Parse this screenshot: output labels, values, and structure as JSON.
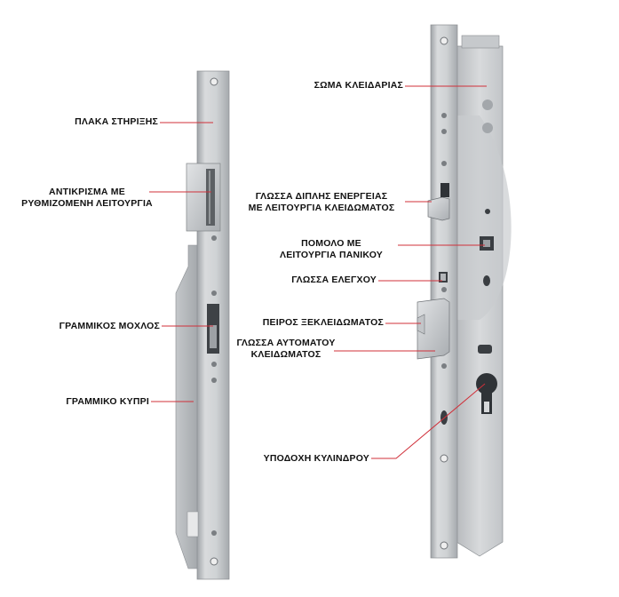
{
  "labels": {
    "mounting_plate": "ΠΛΑΚΑ ΣΤΗΡΙΞΗΣ",
    "adjustable_strike": "ΑΝΤΙΚΡΙΣΜΑ ΜΕ\nΡΥΘΜΙΖΟΜΕΝΗ ΛΕΙΤΟΥΡΓΙΑ",
    "linear_bolt": "ΓΡΑΜΜΙΚΟΣ ΜΟΧΛΟΣ",
    "linear_box": "ΓΡΑΜΜΙΚΟ ΚΥΠΡΙ",
    "lock_body": "ΣΩΜΑ ΚΛΕΙΔΑΡΙΑΣ",
    "double_action_latch": "ΓΛΩΣΣΑ ΔΙΠΛΗΣ ΕΝΕΡΓΕΙΑΣ\nΜΕ ΛΕΙΤΟΥΡΓΙΑ ΚΛΕΙΔΩΜΑΤΟΣ",
    "panic_knob": "ΠΟΜΟΛΟ ΜΕ\nΛΕΙΤΟΥΡΓΙΑ ΠΑΝΙΚΟΥ",
    "control_latch": "ΓΛΩΣΣΑ ΕΛΕΓΧΟΥ",
    "unlock_pin": "ΠΕΙΡΟΣ ΞΕΚΛΕΙΔΩΜΑΤΟΣ",
    "auto_lock_latch": "ΓΛΩΣΣΑ ΑΥΤΟΜΑΤΟΥ\nΚΛΕΙΔΩΜΑΤΟΣ",
    "cylinder_seat": "ΥΠΟΔΟΧΗ ΚΥΛΙΝΔΡΟΥ"
  },
  "colors": {
    "leader_line": "#d0303a",
    "metal_light": "#d6d8da",
    "metal_mid": "#b9bcbf",
    "metal_dark": "#8c9094"
  }
}
